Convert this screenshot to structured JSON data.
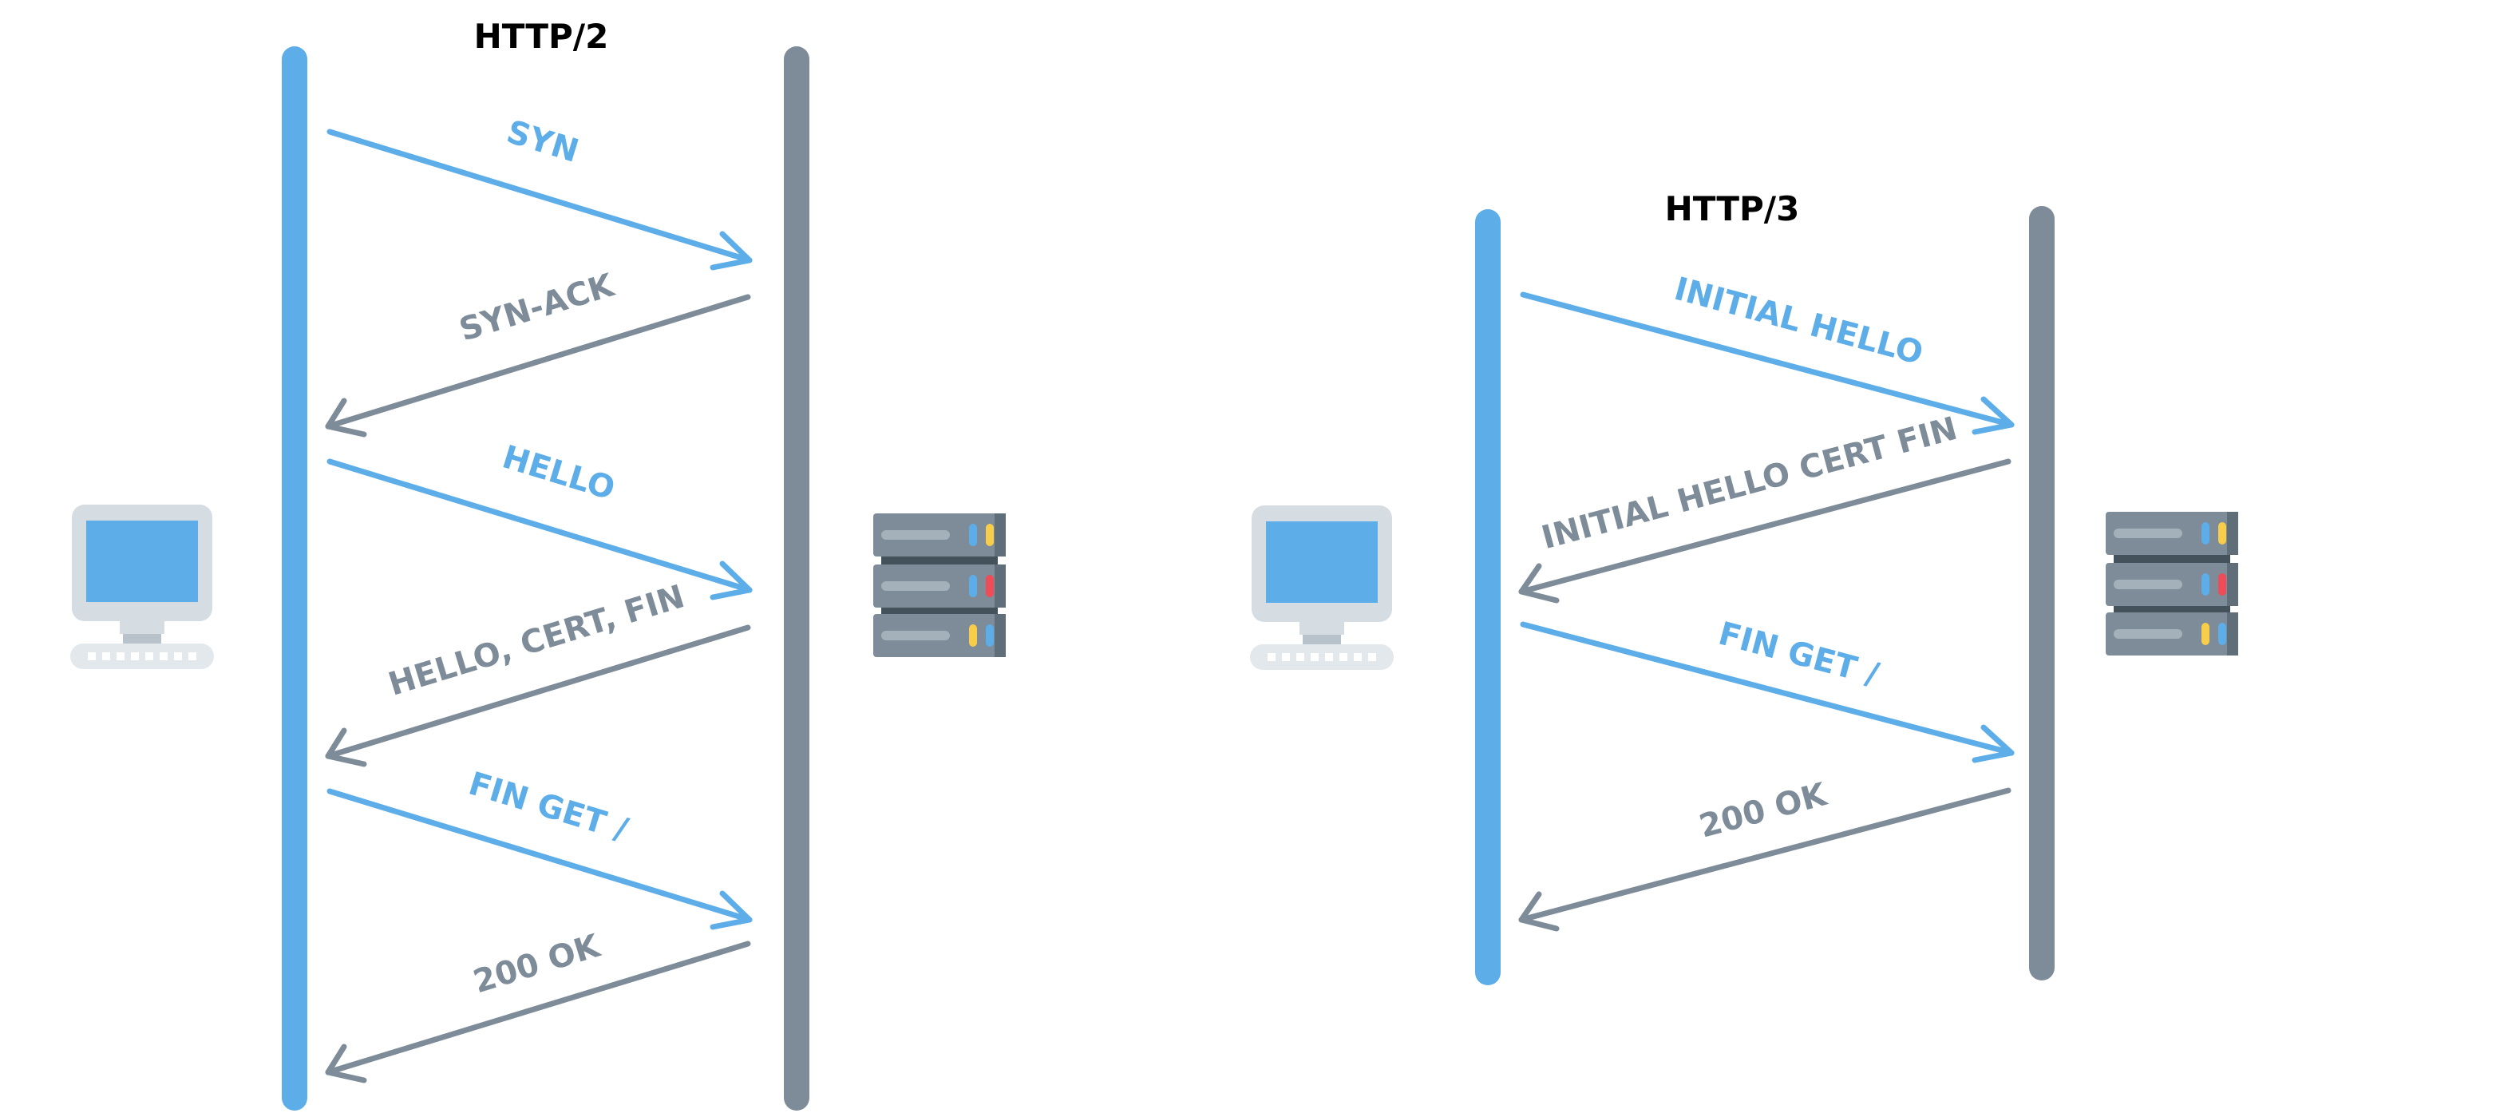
{
  "colors": {
    "client": "#5DADE9",
    "server": "#7D8C98",
    "title": "#000000",
    "background": "#FFFFFF"
  },
  "icons": {
    "client": "desktop-computer-icon",
    "server": "server-rack-icon"
  },
  "panels": [
    {
      "id": "http2",
      "title": "HTTP/2",
      "messages": [
        {
          "label": "SYN",
          "direction": "client-to-server"
        },
        {
          "label": "SYN-ACK",
          "direction": "server-to-client"
        },
        {
          "label": "HELLO",
          "direction": "client-to-server"
        },
        {
          "label": "HELLO, CERT, FIN",
          "direction": "server-to-client"
        },
        {
          "label": "FIN GET /",
          "direction": "client-to-server"
        },
        {
          "label": "200 OK",
          "direction": "server-to-client"
        }
      ]
    },
    {
      "id": "http3",
      "title": "HTTP/3",
      "messages": [
        {
          "label": "INITIAL HELLO",
          "direction": "client-to-server"
        },
        {
          "label": "INITIAL HELLO CERT FIN",
          "direction": "server-to-client"
        },
        {
          "label": "FIN GET /",
          "direction": "client-to-server"
        },
        {
          "label": "200 OK",
          "direction": "server-to-client"
        }
      ]
    }
  ]
}
